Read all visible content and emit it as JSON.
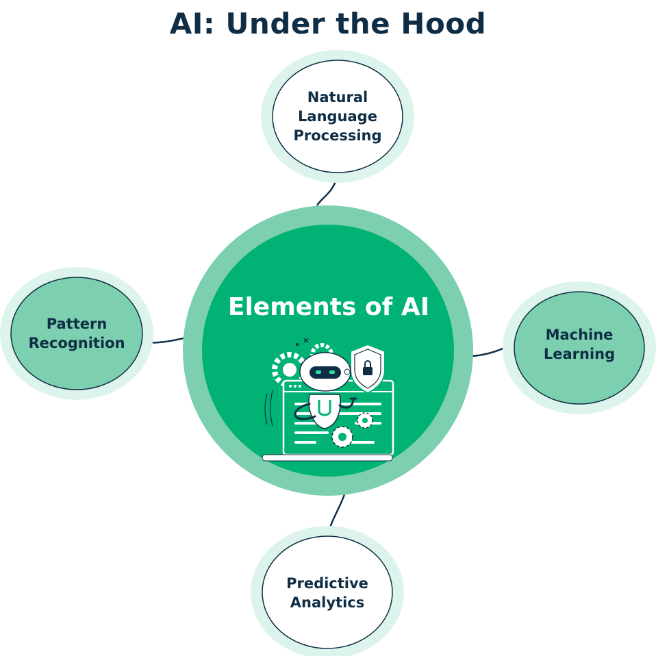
{
  "title": "AI: Under the Hood",
  "center": {
    "label": "Elements of AI"
  },
  "nodes": {
    "top": {
      "lines": [
        "Natural",
        "Language",
        "Processing"
      ]
    },
    "left": {
      "lines": [
        "Pattern",
        "Recognition"
      ]
    },
    "right": {
      "lines": [
        "Machine",
        "Learning"
      ]
    },
    "bottom": {
      "lines": [
        "Predictive",
        "Analytics"
      ]
    }
  },
  "colors": {
    "title": "#0f2d45",
    "center_ring": "#7dd0af",
    "center_fill": "#00b374",
    "node_halo": "#ddf4ec",
    "node_fill_green": "#7dd0af",
    "node_fill_white": "#ffffff",
    "connector": "#0f2d45"
  },
  "icons": [
    "robot-icon",
    "gear-icon",
    "shield-lock-icon",
    "laptop-icon"
  ]
}
